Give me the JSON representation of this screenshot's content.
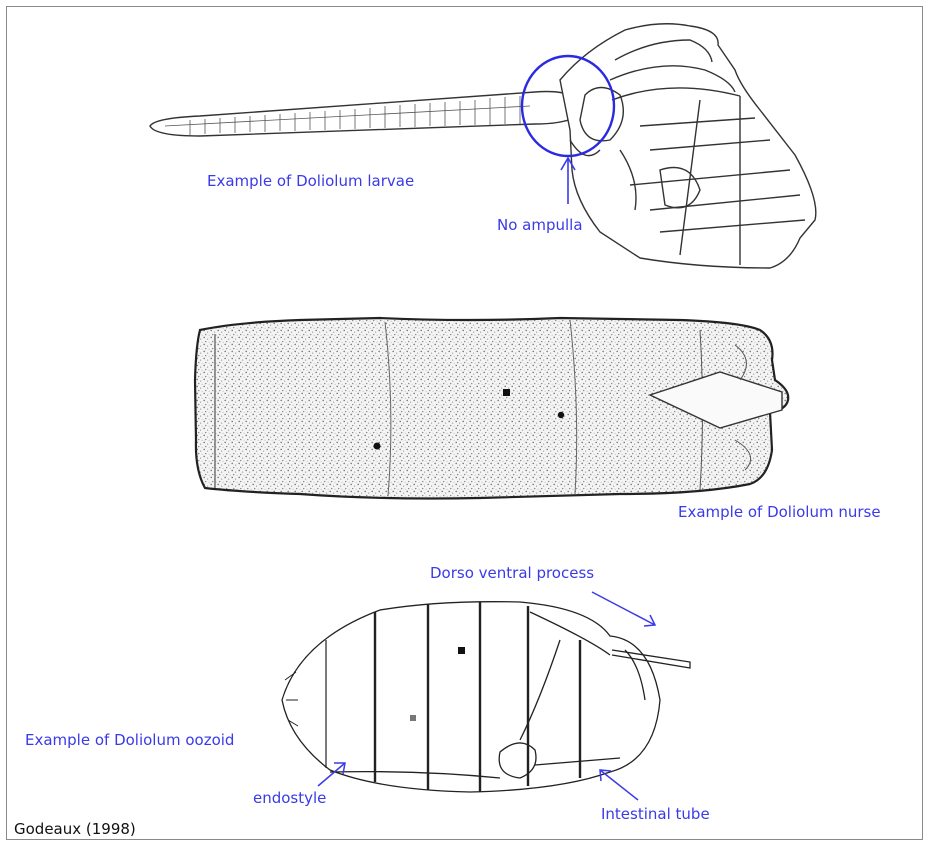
{
  "labels": {
    "larvae": "Example of Doliolum larvae",
    "no_ampulla": "No ampulla",
    "nurse": "Example of Doliolum nurse",
    "dorso_ventral": "Dorso ventral process",
    "oozoid": "Example of Doliolum oozoid",
    "endostyle": "endostyle",
    "intestinal_tube": "Intestinal tube"
  },
  "credit": "Godeaux (1998)",
  "colors": {
    "annotation": "#3a3ae8",
    "drawing": "#333333",
    "frame": "#8a8a8a"
  }
}
